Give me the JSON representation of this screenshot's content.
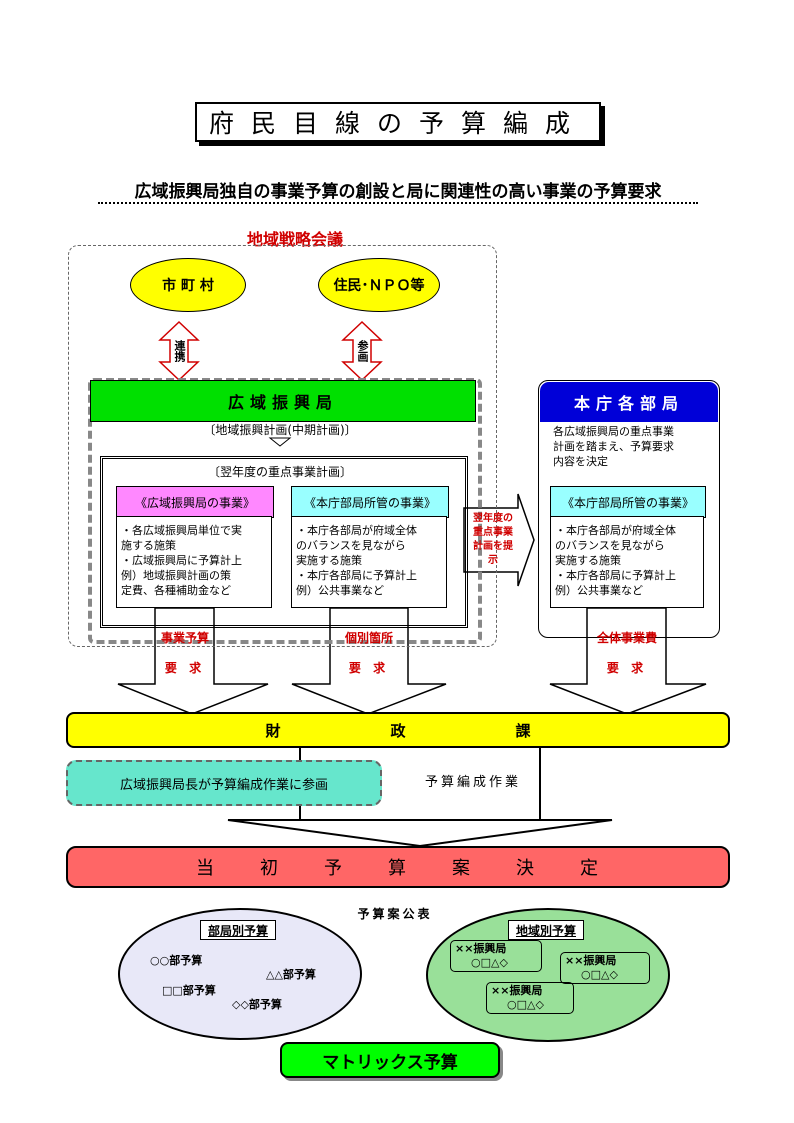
{
  "title": "府民目線の予算編成",
  "subtitle": "広域振興局独自の事業予算の創設と局に関連性の高い事業の予算要求",
  "council": {
    "label": "地域戦略会議"
  },
  "municipality": "市 町 村",
  "residents": "住民･ＮＰＯ等",
  "link_arrow": "連携",
  "participate_arrow": "参画",
  "regional_bureau": {
    "title": "広域振興局",
    "midterm_plan": "〔地域振興計画(中期計画)〕",
    "next_year_plan": "〔翌年度の重点事業計画〕",
    "bureau_projects": {
      "head": "《広域振興局の事業》",
      "lines": [
        "・各広域振興局単位で実",
        "施する施策",
        "・広域振興局に予算計上",
        "例）地域振興計画の策",
        "定費、各種補助金など"
      ]
    },
    "hq_projects": {
      "head": "《本庁部局所管の事業》",
      "lines": [
        "・本庁各部局が府域全体",
        "のバランスを見ながら",
        "実施する施策",
        "・本庁各部局に予算計上",
        "例）公共事業など"
      ]
    }
  },
  "submit_arrow": [
    "翌年度の",
    "重点事業",
    "計画を提",
    "示"
  ],
  "hq_departments": {
    "title": "本庁各部局",
    "description": [
      "各広域振興局の重点事業",
      "計画を踏まえ、予算要求",
      "内容を決定"
    ],
    "projects": {
      "head": "《本庁部局所管の事業》",
      "lines": [
        "・本庁各部局が府域全体",
        "のバランスを見ながら",
        "実施する施策",
        "・本庁各部局に予算計上",
        "例）公共事業など"
      ]
    }
  },
  "request_arrows": [
    {
      "label": "事業予算",
      "sub": "要 求"
    },
    {
      "label": "個別箇所",
      "sub": "要 求"
    },
    {
      "label": "全体事業費",
      "sub": "要 求"
    }
  ],
  "finance": [
    "財",
    "政",
    "課"
  ],
  "participation": "広域振興局長が予算編成作業に参画",
  "budget_work": "予算編成作業",
  "decision": [
    "当",
    "初",
    "予",
    "算",
    "案",
    "決",
    "定"
  ],
  "publication": "予算案公表",
  "dept_budget": {
    "tag": "部局別予算",
    "items": [
      "○○部予算",
      "△△部予算",
      "□□部予算",
      "◇◇部予算"
    ]
  },
  "region_budget": {
    "tag": "地域別予算",
    "items": [
      {
        "name": "××振興局",
        "value": "○□△◇"
      },
      {
        "name": "××振興局",
        "value": "○□△◇"
      },
      {
        "name": "××振興局",
        "value": "○□△◇"
      }
    ]
  },
  "matrix": "マトリックス予算"
}
